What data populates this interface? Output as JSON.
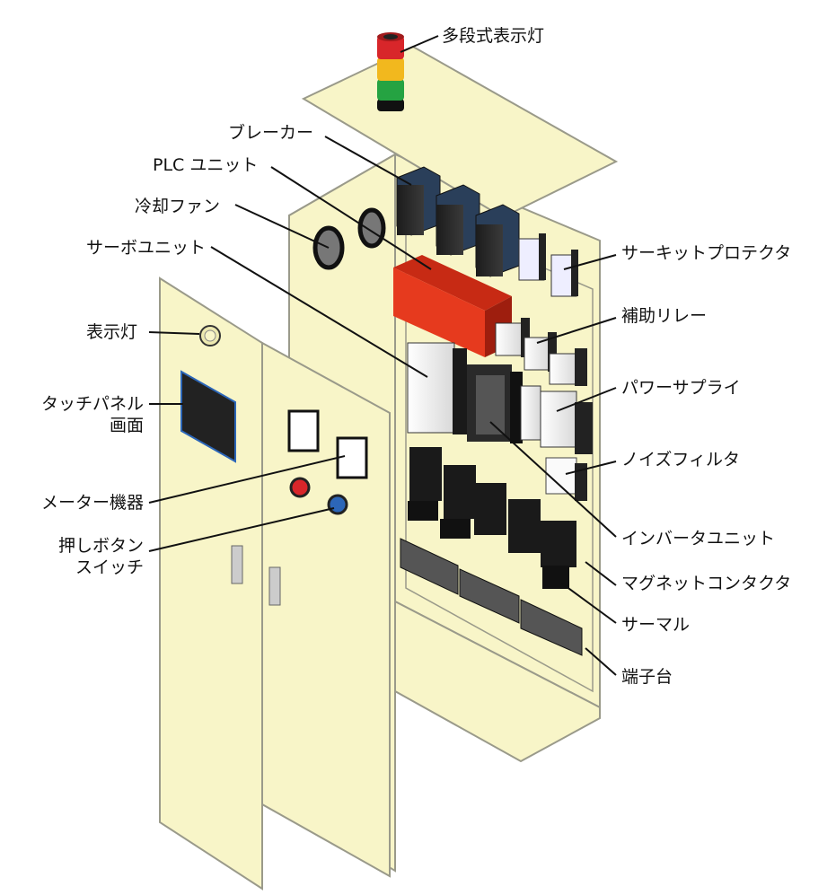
{
  "labels": {
    "tower_light": "多段式表示灯",
    "breaker": "ブレーカー",
    "plc_unit": "PLC ユニット",
    "cooling_fan": "冷却ファン",
    "servo_unit": "サーボユニット",
    "indicator_lamp": "表示灯",
    "touch_panel_1": "タッチパネル",
    "touch_panel_2": "画面",
    "meter": "メーター機器",
    "push_button_1": "押しボタン",
    "push_button_2": "スイッチ",
    "circuit_protector": "サーキットプロテクタ",
    "aux_relay": "補助リレー",
    "power_supply": "パワーサプライ",
    "noise_filter": "ノイズフィルタ",
    "inverter_unit": "インバータユニット",
    "magnet_contactor": "マグネットコンタクタ",
    "thermal": "サーマル",
    "terminal_block": "端子台"
  },
  "colors": {
    "panel": "#f8f5c8",
    "panel_stroke": "#9a9a8a",
    "plc": "#e63a1e",
    "breaker": "#2a3f5a",
    "tower_red": "#d8262a",
    "tower_yellow": "#f2b81e",
    "tower_green": "#25a342",
    "button_red": "#d8262a",
    "button_blue": "#2c66b8"
  }
}
